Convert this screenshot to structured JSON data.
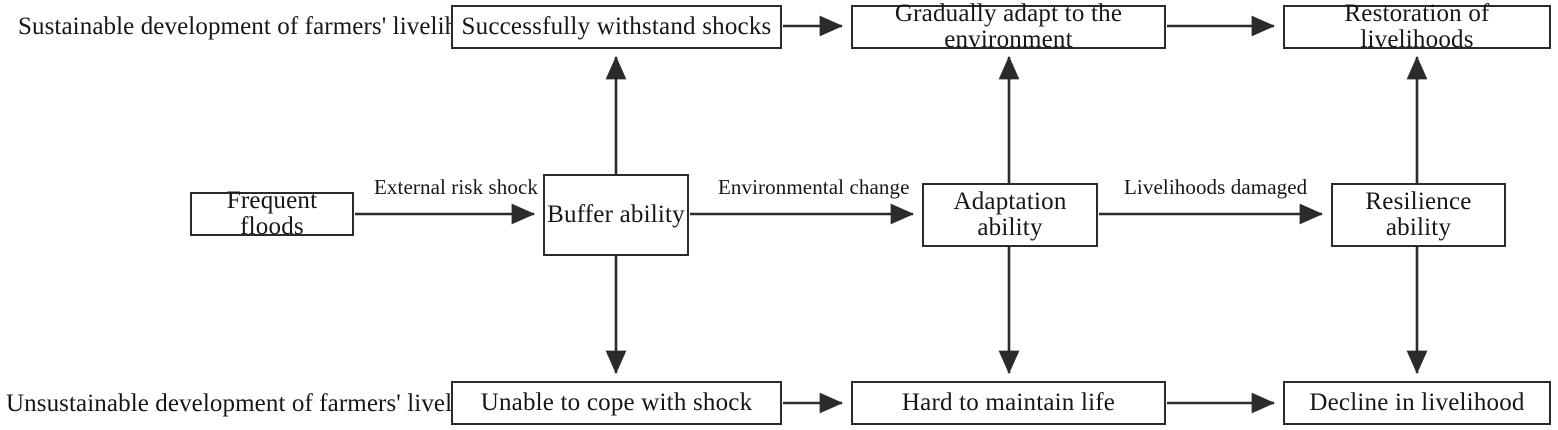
{
  "diagram": {
    "title_rows": {
      "sustainable_label": "Sustainable development of farmers' livelihood:",
      "unsustainable_label": "Unsustainable development of farmers' livelihood:"
    },
    "colors": {
      "stroke": "#2b2b2b",
      "text": "#161616",
      "background": "#ffffff"
    },
    "top_row": [
      {
        "id": "withstand",
        "label": "Successfully withstand shocks"
      },
      {
        "id": "adapt",
        "label": "Gradually adapt to the environment"
      },
      {
        "id": "restoration",
        "label": "Restoration of livelihoods"
      }
    ],
    "middle_row": [
      {
        "id": "floods",
        "label": "Frequent floods"
      },
      {
        "id": "buffer",
        "label": "Buffer ability"
      },
      {
        "id": "adaptation",
        "label": "Adaptation ability"
      },
      {
        "id": "resilience",
        "label": "Resilience ability"
      }
    ],
    "bottom_row": [
      {
        "id": "unable",
        "label": "Unable to cope with shock"
      },
      {
        "id": "hard",
        "label": "Hard to maintain life"
      },
      {
        "id": "decline",
        "label": "Decline in livelihood"
      }
    ],
    "edge_labels": [
      {
        "id": "external-risk-shock",
        "label": "External risk shock"
      },
      {
        "id": "environmental-change",
        "label": "Environmental change"
      },
      {
        "id": "livelihoods-damaged",
        "label": "Livelihoods damaged"
      }
    ]
  }
}
